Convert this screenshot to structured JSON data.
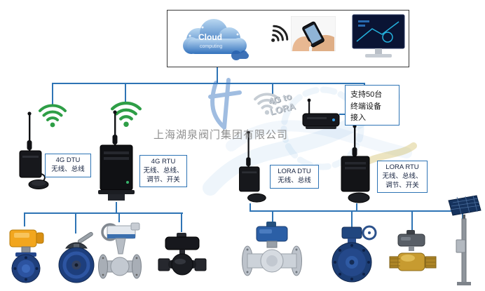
{
  "watermark": "上海湖泉阀门集团有限公司",
  "cloud_box": {
    "title": "Cloud",
    "subtitle": "computing"
  },
  "gateway": {
    "line1": "4G to",
    "line2": "LORA"
  },
  "support": {
    "line1": "支持50台",
    "line2": "终端设备",
    "line3": "接入"
  },
  "devices": [
    {
      "title": "4G DTU",
      "lines": [
        "无线、总线"
      ]
    },
    {
      "title": "4G RTU",
      "lines": [
        "无线、总线、",
        "调节、开关"
      ]
    },
    {
      "title": "LORA DTU",
      "lines": [
        "无线、总线"
      ]
    },
    {
      "title": "LORA RTU",
      "lines": [
        "无线、总线、",
        "调节、开关"
      ]
    }
  ],
  "colors": {
    "connector_blue": "#2E74B5",
    "label_border_blue": "#2E74B5",
    "wifi_green": "#2E9E46",
    "actuator_yellow": "#F2A61E",
    "valve_navy": "#1D3E7C"
  },
  "icons": [
    "cloud-computing-image",
    "wifi-signal-icon",
    "phone-in-hand-image",
    "monitor-image",
    "wifi-icon-green",
    "wifi-icon-gray",
    "antenna-modem-device",
    "gateway-device",
    "solar-panel-pole"
  ],
  "products": [
    "electric-butterfly-valve",
    "manual-butterfly-valve",
    "electric-gate-valve",
    "black-electric-ball-valve",
    "flanged-electric-ball-valve",
    "gear-flanged-valve",
    "brass-electric-ball-valve",
    "solar-power-pole"
  ]
}
